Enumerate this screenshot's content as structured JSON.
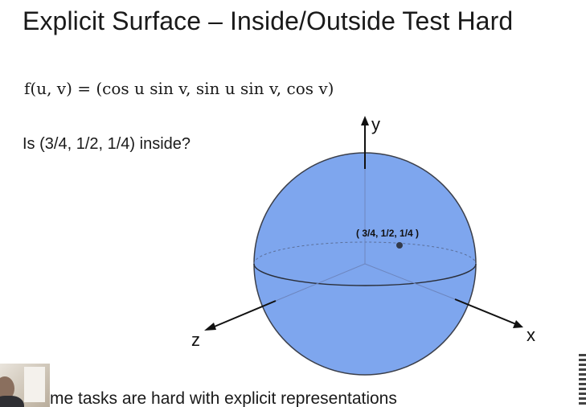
{
  "slide": {
    "title": "Explicit Surface – Inside/Outside Test Hard",
    "formula": "f(u, v) = (cos u sin v, sin u sin v, cos v)",
    "question": "Is (3/4, 1/2, 1/4) inside?",
    "bottom_text": "me tasks are hard with explicit representations"
  },
  "diagram": {
    "axis_y_label": "y",
    "axis_x_label": "x",
    "axis_z_label": "z",
    "point_label": "( 3/4, 1/2, 1/4 )",
    "sphere_color": "#7ea6ee",
    "sphere_edge_color": "#3b3f4a",
    "axis_color": "#111111"
  }
}
